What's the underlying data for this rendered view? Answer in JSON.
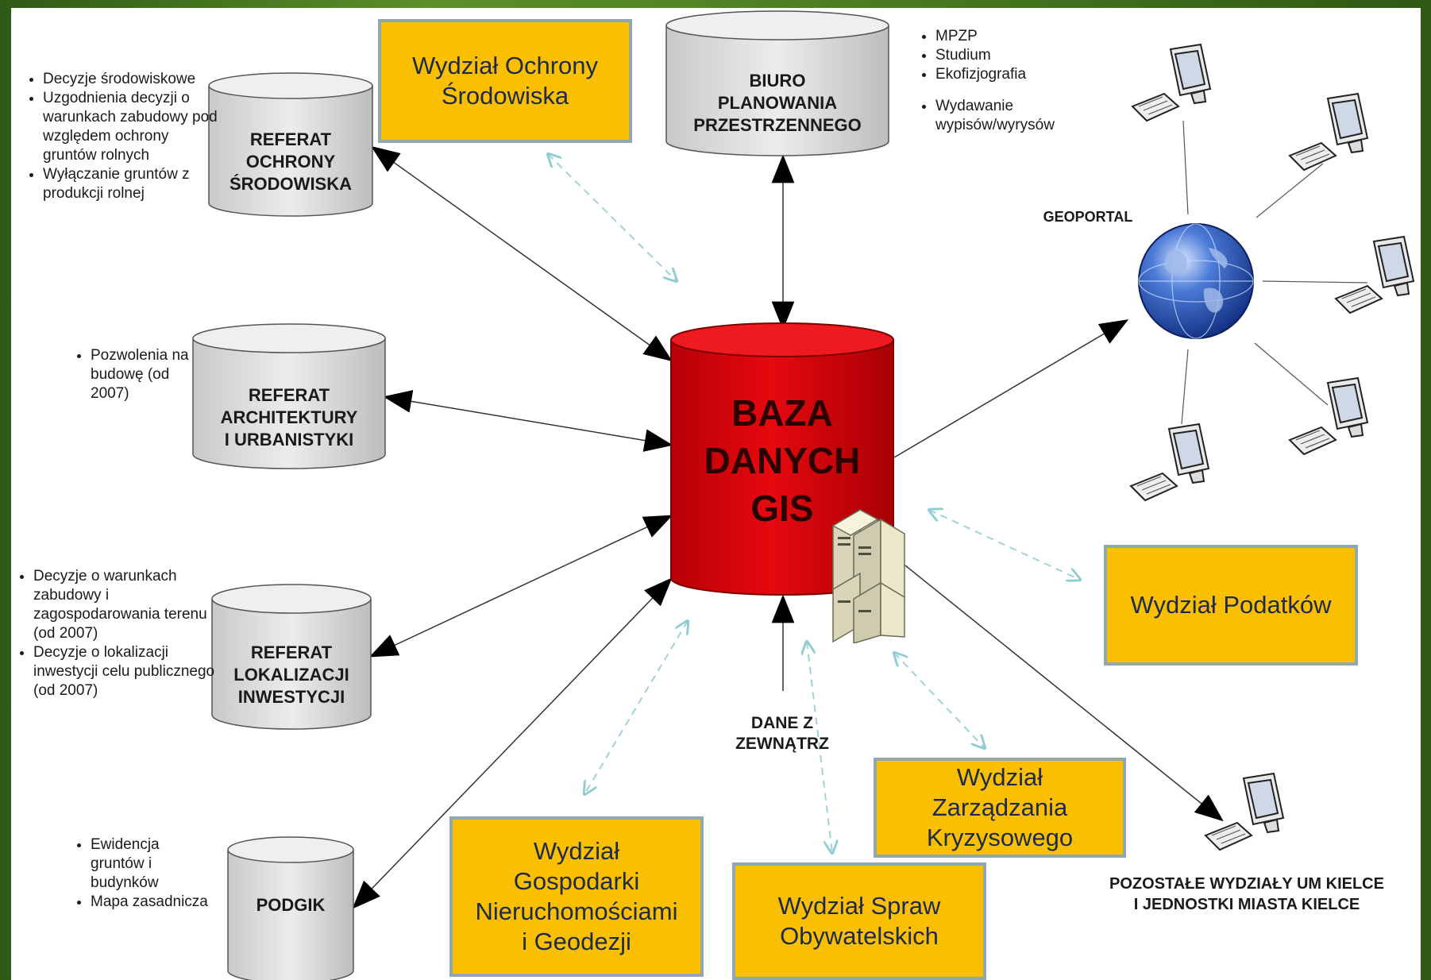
{
  "central_db": {
    "lines": [
      "BAZA",
      "DANYCH",
      "GIS"
    ],
    "color": "#d8060c"
  },
  "databases": [
    {
      "key": "ros",
      "lines": [
        "REFERAT",
        "OCHRONY",
        "ŚRODOWISKA"
      ]
    },
    {
      "key": "bpp",
      "lines": [
        "BIURO",
        "PLANOWANIA",
        "PRZESTRZENNEGO"
      ]
    },
    {
      "key": "rau",
      "lines": [
        "REFERAT",
        "ARCHITEKTURY",
        "I URBANISTYKI"
      ]
    },
    {
      "key": "rli",
      "lines": [
        "REFERAT",
        "LOKALIZACJI",
        "INWESTYCJI"
      ]
    },
    {
      "key": "podgik",
      "lines": [
        "PODGIK"
      ]
    }
  ],
  "departments": [
    {
      "key": "wos",
      "lines": [
        "Wydział Ochrony",
        "Środowiska"
      ]
    },
    {
      "key": "wp",
      "lines": [
        "Wydział Podatków"
      ]
    },
    {
      "key": "wzk",
      "lines": [
        "Wydział",
        "Zarządzania",
        "Kryzysowego"
      ]
    },
    {
      "key": "wso",
      "lines": [
        "Wydział Spraw",
        "Obywatelskich"
      ]
    },
    {
      "key": "wgn",
      "lines": [
        "Wydział",
        "Gospodarki",
        "Nieruchomościami",
        "i Geodezji"
      ]
    }
  ],
  "notes": {
    "ros": [
      "Decyzje środowiskowe",
      "Uzgodnienia decyzji o warunkach zabudowy  pod względem ochrony gruntów rolnych",
      "Wyłączanie gruntów z produkcji rolnej"
    ],
    "bpp": [
      "MPZP",
      "Studium",
      "Ekofizjografia",
      "Wydawanie wypisów/wyrysów"
    ],
    "rau": [
      "Pozwolenia na budowę (od 2007)"
    ],
    "rli": [
      "Decyzje o warunkach zabudowy i zagospodarowania terenu (od 2007)",
      "Decyzje o lokalizacji inwestycji celu publicznego (od 2007)"
    ],
    "podgik": [
      "Ewidencja gruntów i budynków",
      "Mapa zasadnicza"
    ]
  },
  "labels": {
    "geoportal": "GEOPORTAL",
    "external": [
      "DANE Z",
      "ZEWNĄTRZ"
    ],
    "others": [
      "POZOSTAŁE WYDZIAŁY UM KIELCE",
      "I JEDNOSTKI MIASTA KIELCE"
    ]
  },
  "colors": {
    "department_fill": "#fbbf02",
    "department_border": "#8fa7ad",
    "dashed_link": "#9fd3d6"
  }
}
